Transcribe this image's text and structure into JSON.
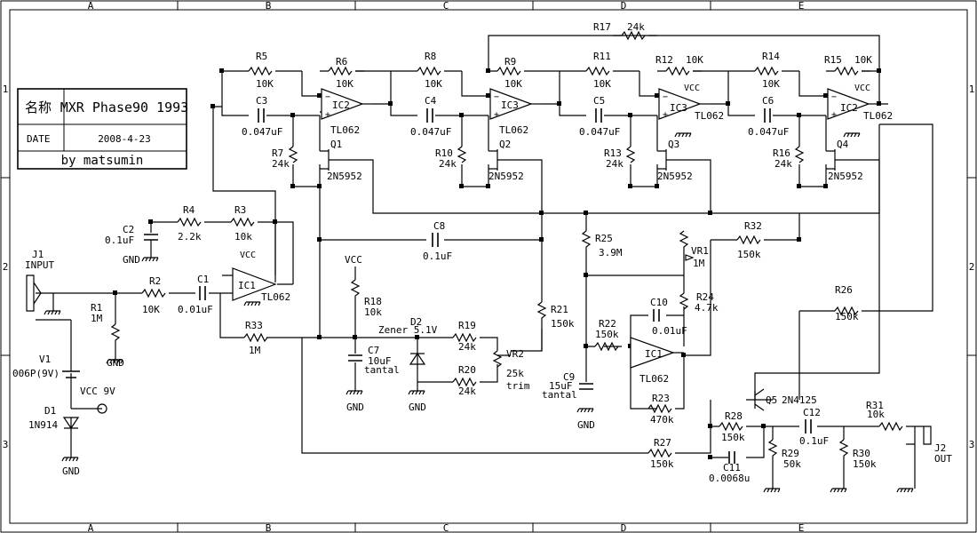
{
  "title_block": {
    "name_label": "名称",
    "name_value": "MXR Phase90  1993",
    "date_label": "DATE",
    "date_value": "2008-4-23",
    "author": "by matsumin"
  },
  "frame": {
    "cols": [
      "A",
      "B",
      "C",
      "D",
      "E"
    ],
    "rows": [
      "1",
      "2",
      "3"
    ]
  },
  "labels": {
    "R5": "R5",
    "R5v": "10K",
    "R6": "R6",
    "R6v": "10K",
    "C3": "C3",
    "C3v": "0.047uF",
    "R7": "R7",
    "R7v": "24k",
    "IC2a": "IC2",
    "IC2a_t": "TL062",
    "Q1": "Q1",
    "Q1t": "2N5952",
    "R8": "R8",
    "R8v": "10K",
    "R9": "R9",
    "R9v": "10K",
    "C4": "C4",
    "C4v": "0.047uF",
    "R10": "R10",
    "R10v": "24k",
    "IC3a": "IC3",
    "IC3a_t": "TL062",
    "Q2": "Q2",
    "Q2t": "2N5952",
    "R17": "R17",
    "R17v": "24k",
    "R11": "R11",
    "R11v": "10K",
    "R12": "R12",
    "R12v": "10K",
    "C5": "C5",
    "C5v": "0.047uF",
    "R13": "R13",
    "R13v": "24k",
    "IC3b": "IC3",
    "IC3b_t": "TL062",
    "Q3": "Q3",
    "Q3t": "2N5952",
    "R14": "R14",
    "R14v": "10K",
    "R15": "R15",
    "R15v": "10K",
    "C6": "C6",
    "C6v": "0.047uF",
    "R16": "R16",
    "R16v": "24k",
    "IC2b": "IC2",
    "IC2b_t": "TL062",
    "Q4": "Q4",
    "Q4t": "2N5952",
    "VCC": "VCC",
    "R4": "R4",
    "R4v": "2.2k",
    "R3": "R3",
    "R3v": "10k",
    "C2": "C2",
    "C2v": "0.1uF",
    "GND": "GND",
    "J1": "J1",
    "INPUT": "INPUT",
    "R1": "R1",
    "R1v": "1M",
    "R2": "R2",
    "R2v": "10K",
    "C1": "C1",
    "C1v": "0.01uF",
    "IC1a": "IC1",
    "IC1a_t": "TL062",
    "R33": "R33",
    "R33v": "1M",
    "V1": "V1",
    "V1t": "006P(9V)",
    "VCC9": "VCC 9V",
    "D1": "D1",
    "D1t": "1N914",
    "C8": "C8",
    "C8v": "0.1uF",
    "R18": "R18",
    "R18v": "10k",
    "D2": "D2",
    "D2t": "Zener 5.1V",
    "C7": "C7",
    "C7v": "10uF",
    "C7t": "tantal",
    "R19": "R19",
    "R19v": "24k",
    "R20": "R20",
    "R20v": "24k",
    "VR2": "VR2",
    "VR2v": "25k",
    "VR2t": "trim",
    "R21": "R21",
    "R21v": "150k",
    "R25": "R25",
    "R25v": "3.9M",
    "VR1": "VR1",
    "VR1v": "1M",
    "R24": "R24",
    "R24v": "4.7k",
    "C10": "C10",
    "C10v": "0.01uF",
    "R22": "R22",
    "R22v": "150k",
    "IC1b": "IC1",
    "IC1b_t": "TL062",
    "R23": "R23",
    "R23v": "470k",
    "C9": "C9",
    "C9v": "15uF",
    "C9t": "tantal",
    "R32": "R32",
    "R32v": "150k",
    "R26": "R26",
    "R26v": "150k",
    "Q5": "Q5",
    "Q5t": "2N4125",
    "C12": "C12",
    "C12v": "0.1uF",
    "R31": "R31",
    "R31v": "10k",
    "R28": "R28",
    "R28v": "150k",
    "R29": "R29",
    "R29v": "50k",
    "R30": "R30",
    "R30v": "150k",
    "C11": "C11",
    "C11v": "0.0068u",
    "R27": "R27",
    "R27v": "150k",
    "J2": "J2",
    "OUT": "OUT"
  }
}
